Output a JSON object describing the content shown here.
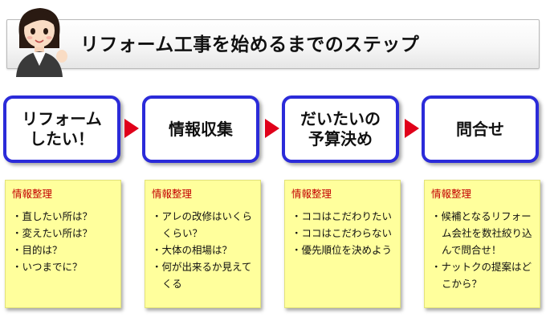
{
  "header": {
    "title": "リフォーム工事を始めるまでのステップ"
  },
  "colors": {
    "step_border": "#2b2bd9",
    "arrow": "#e0001a",
    "note_background": "#ffff9c",
    "note_title": "#c40000"
  },
  "steps": [
    {
      "label": "リフォーム\nしたい！"
    },
    {
      "label": "情報収集"
    },
    {
      "label": "だいたいの\n予算決め"
    },
    {
      "label": "問合せ"
    }
  ],
  "notes": [
    {
      "title": "情報整理",
      "items": [
        "・直したい所は？",
        "・変えたい所は？",
        "・目的は？",
        "・いつまでに？"
      ]
    },
    {
      "title": "情報整理",
      "items": [
        "・アレの改修はいくらくらい？",
        "・大体の相場は？",
        "・何が出来るか見えてくる"
      ]
    },
    {
      "title": "情報整理",
      "items": [
        "・ココはこだわりたい",
        "・ココはこだわらない",
        "・優先順位を決めよう"
      ]
    },
    {
      "title": "情報整理",
      "items": [
        "・候補となるリフォーム会社を数社絞り込んで問合せ！",
        "・ナットクの提案はどこから？"
      ]
    }
  ]
}
